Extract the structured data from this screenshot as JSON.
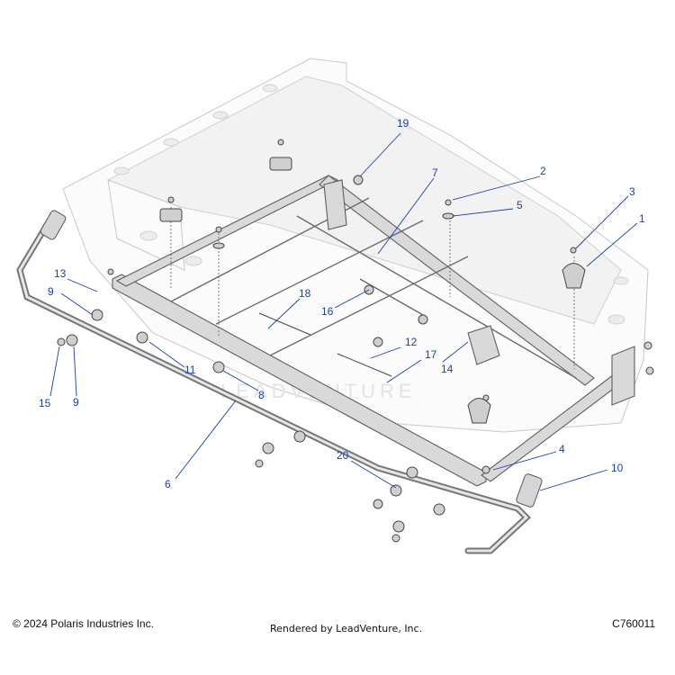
{
  "callouts": [
    {
      "id": "c19",
      "label": "19"
    },
    {
      "id": "c7",
      "label": "7"
    },
    {
      "id": "c2",
      "label": "2"
    },
    {
      "id": "c5",
      "label": "5"
    },
    {
      "id": "c3",
      "label": "3"
    },
    {
      "id": "c1",
      "label": "1"
    },
    {
      "id": "c13",
      "label": "13"
    },
    {
      "id": "c9a",
      "label": "9"
    },
    {
      "id": "c18",
      "label": "18"
    },
    {
      "id": "c16",
      "label": "16"
    },
    {
      "id": "c12",
      "label": "12"
    },
    {
      "id": "c17",
      "label": "17"
    },
    {
      "id": "c14",
      "label": "14"
    },
    {
      "id": "c11",
      "label": "11"
    },
    {
      "id": "c8",
      "label": "8"
    },
    {
      "id": "c15",
      "label": "15"
    },
    {
      "id": "c9b",
      "label": "9"
    },
    {
      "id": "c6",
      "label": "6"
    },
    {
      "id": "c20",
      "label": "20"
    },
    {
      "id": "c4",
      "label": "4"
    },
    {
      "id": "c10",
      "label": "10"
    }
  ],
  "watermark": "LEADVENTURE",
  "footer": {
    "copyright": "© 2024 Polaris Industries Inc.",
    "rendered_by": "Rendered by LeadVenture, Inc.",
    "diagram_code": "C760011"
  }
}
